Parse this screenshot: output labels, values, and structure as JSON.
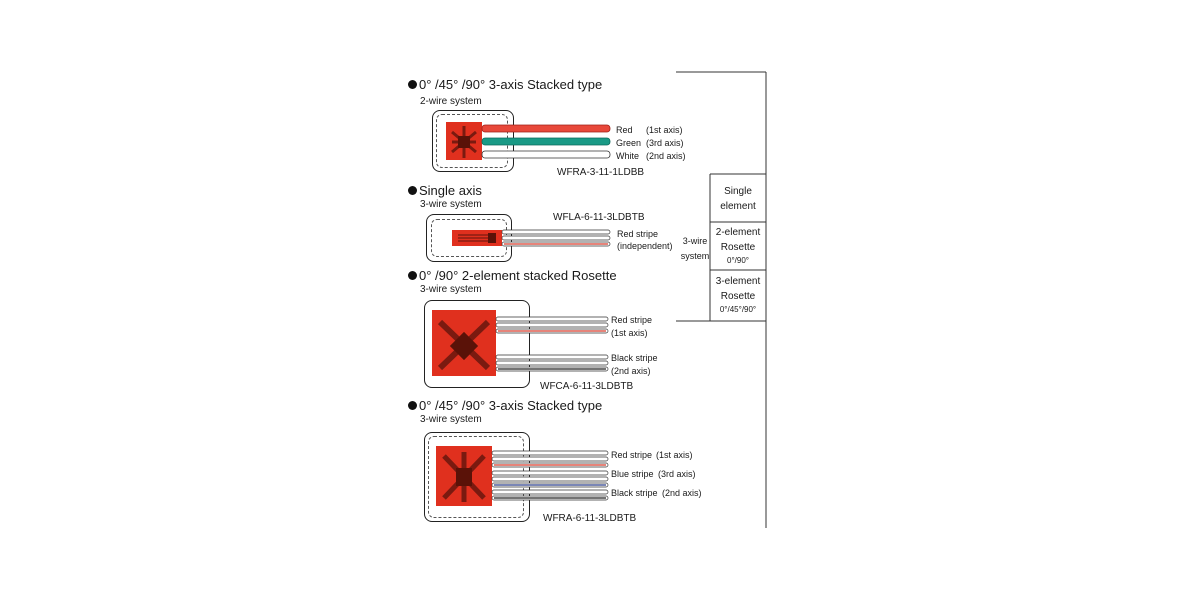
{
  "sections": [
    {
      "title": "0° /45° /90° 3-axis  Stacked type",
      "system": "2-wire system",
      "model": "WFRA-3-11-1LDBB",
      "wires": [
        {
          "label": "Red",
          "note": "(1st axis)",
          "color": "#e8483a"
        },
        {
          "label": "Green",
          "note": "(3rd axis)",
          "color": "#1a9a86"
        },
        {
          "label": "White",
          "note": "(2nd axis)",
          "color": "#ffffff"
        }
      ]
    },
    {
      "title": "Single axis",
      "system": "3-wire system",
      "model": "WFLA-6-11-3LDBTB",
      "wires": [
        {
          "label": "Red stripe",
          "note": "(independent)"
        }
      ]
    },
    {
      "title": "0° /90° 2-element stacked Rosette",
      "system": "3-wire system",
      "model": "WFCA-6-11-3LDBTB",
      "wires": [
        {
          "label": "Red stripe",
          "note": "(1st axis)"
        },
        {
          "label": "Black stripe",
          "note": "(2nd axis)"
        }
      ]
    },
    {
      "title": "0° /45° /90° 3-axis  Stacked type",
      "system": "3-wire system",
      "model": "WFRA-6-11-3LDBTB",
      "wires": [
        {
          "label": "Red stripe",
          "note": "(1st axis)"
        },
        {
          "label": "Blue stripe",
          "note": "(3rd axis)"
        },
        {
          "label": "Black stripe",
          "note": "(2nd axis)"
        }
      ]
    }
  ],
  "table": {
    "group_label_line1": "3-wire",
    "group_label_line2": "system",
    "rows": [
      {
        "line1": "Single",
        "line2": "element",
        "line3": ""
      },
      {
        "line1": "2-element",
        "line2": "Rosette",
        "line3": "0°/90°"
      },
      {
        "line1": "3-element",
        "line2": "Rosette",
        "line3": "0°/45°/90°"
      }
    ]
  },
  "colors": {
    "gauge_red": "#e0301e",
    "wire_red": "#e8483a",
    "wire_green": "#1a9a86",
    "stripe_red": "#d83a2a",
    "stripe_blue": "#2a3f8a",
    "stripe_black": "#222222",
    "line": "#333333"
  }
}
